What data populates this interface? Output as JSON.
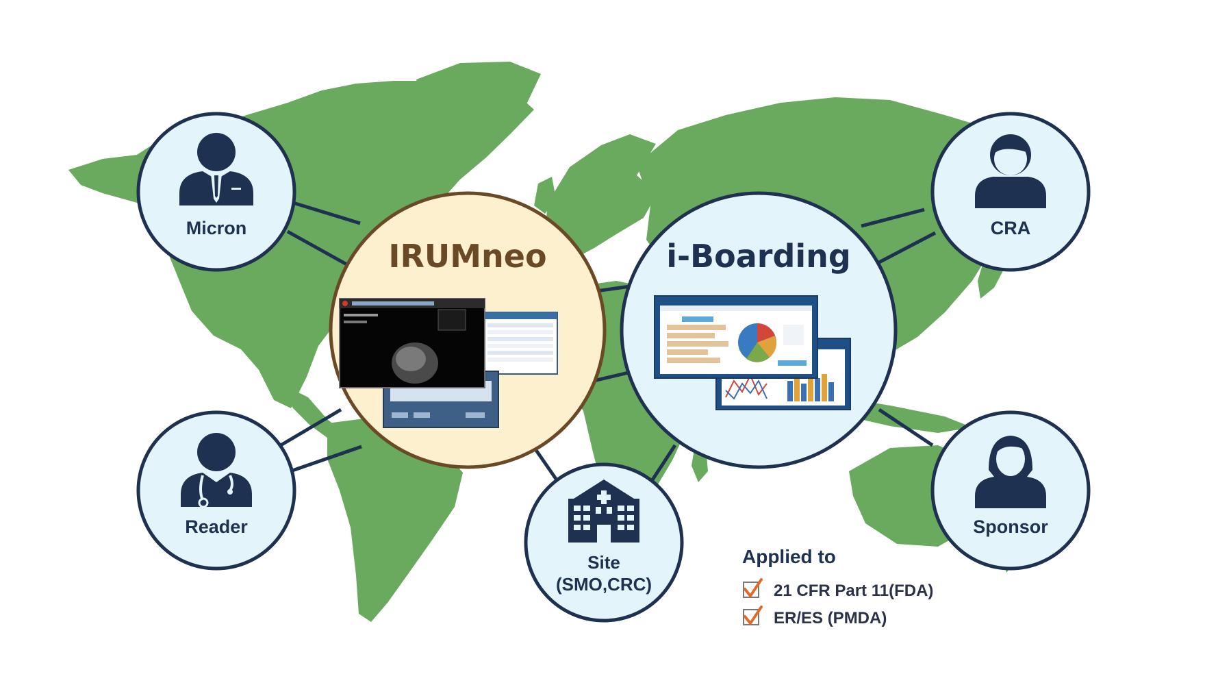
{
  "colors": {
    "map": "#6aaa5e",
    "node_fill": "#e4f4fb",
    "node_stroke": "#1e3150",
    "irum_fill": "#fdf0ce",
    "irum_stroke": "#6a4a26",
    "link": "#1e3150",
    "check": "#e06a2a"
  },
  "hubs": {
    "irumneo": {
      "title": "IRUMneo",
      "icon": "medical-imaging-screens"
    },
    "iboarding": {
      "title": "i-Boarding",
      "icon": "dashboard-screens"
    }
  },
  "nodes": {
    "micron": {
      "label": "Micron",
      "icon": "businessman-icon"
    },
    "reader": {
      "label": "Reader",
      "icon": "doctor-icon"
    },
    "cra": {
      "label": "CRA",
      "icon": "man-icon"
    },
    "sponsor": {
      "label": "Sponsor",
      "icon": "woman-icon"
    },
    "site": {
      "label_line1": "Site",
      "label_line2": "(SMO,CRC)",
      "icon": "hospital-icon"
    }
  },
  "compliance": {
    "heading": "Applied to",
    "items": [
      {
        "text": "21 CFR Part 11(FDA)",
        "icon": "checkbox-checked-icon"
      },
      {
        "text": "ER/ES (PMDA)",
        "icon": "checkbox-checked-icon"
      }
    ]
  }
}
